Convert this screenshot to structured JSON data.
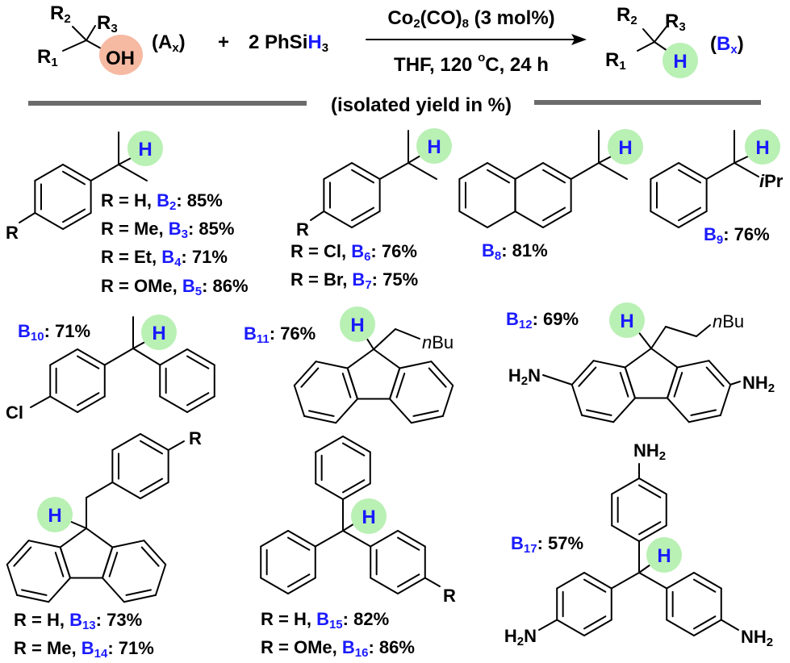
{
  "reaction": {
    "reactant": {
      "r": "R",
      "s1": "1",
      "s2": "2",
      "s3": "3",
      "oh": "OH",
      "label_open": "(A",
      "label_sub": "x",
      "label_close": ")"
    },
    "plus": "+",
    "reagent": {
      "a": "2 PhSi",
      "h": "H",
      "sub": "3"
    },
    "cond_top": {
      "a": "Co",
      "a_sub": "2",
      "b": "(CO)",
      "b_sub": "8",
      "c": " (3 mol%)"
    },
    "cond_bottom": {
      "a": "THF, 120 ",
      "sup": "o",
      "b": "C, 24 h"
    },
    "product": {
      "r": "R",
      "s1": "1",
      "s2": "2",
      "s3": "3",
      "h": "H",
      "label_open": "(",
      "label_b": "B",
      "label_sub": "x",
      "label_close": ")"
    }
  },
  "divider_label": "(isolated yield in %)",
  "atoms": {
    "R": "R",
    "Cl": "Cl",
    "H": "H",
    "i": "i",
    "Pr": "Pr",
    "n": "n",
    "Bu": "Bu",
    "NH": "NH",
    "N": "N",
    "two": "2"
  },
  "compounds": [
    {
      "prefix": "R = H, ",
      "letter": "B",
      "num": "2",
      "yield": ": 85%"
    },
    {
      "prefix": "R = Me, ",
      "letter": "B",
      "num": "3",
      "yield": ": 85%"
    },
    {
      "prefix": "R = Et, ",
      "letter": "B",
      "num": "4",
      "yield": ": 71%"
    },
    {
      "prefix": "R = OMe, ",
      "letter": "B",
      "num": "5",
      "yield": ": 86%"
    },
    {
      "prefix": "R = Cl, ",
      "letter": "B",
      "num": "6",
      "yield": ": 76%"
    },
    {
      "prefix": "R = Br, ",
      "letter": "B",
      "num": "7",
      "yield": ": 75%"
    },
    {
      "prefix": "",
      "letter": "B",
      "num": "8",
      "yield": ": 81%"
    },
    {
      "prefix": "",
      "letter": "B",
      "num": "9",
      "yield": ": 76%"
    },
    {
      "prefix": "",
      "letter": "B",
      "num": "10",
      "yield": ": 71%"
    },
    {
      "prefix": "",
      "letter": "B",
      "num": "11",
      "yield": ": 76%"
    },
    {
      "prefix": "",
      "letter": "B",
      "num": "12",
      "yield": ": 69%"
    },
    {
      "prefix": "R = H, ",
      "letter": "B",
      "num": "13",
      "yield": ": 73%"
    },
    {
      "prefix": "R = Me, ",
      "letter": "B",
      "num": "14",
      "yield": ": 71%"
    },
    {
      "prefix": "R = H, ",
      "letter": "B",
      "num": "15",
      "yield": ": 82%"
    },
    {
      "prefix": "R = OMe, ",
      "letter": "B",
      "num": "16",
      "yield": ": 86%"
    },
    {
      "prefix": "",
      "letter": "B",
      "num": "17",
      "yield": ": 57%"
    }
  ],
  "colors": {
    "highlight_product": "#b9f0b4",
    "highlight_leaving": "#f6b9a2",
    "compound_label": "#1a1aff"
  }
}
